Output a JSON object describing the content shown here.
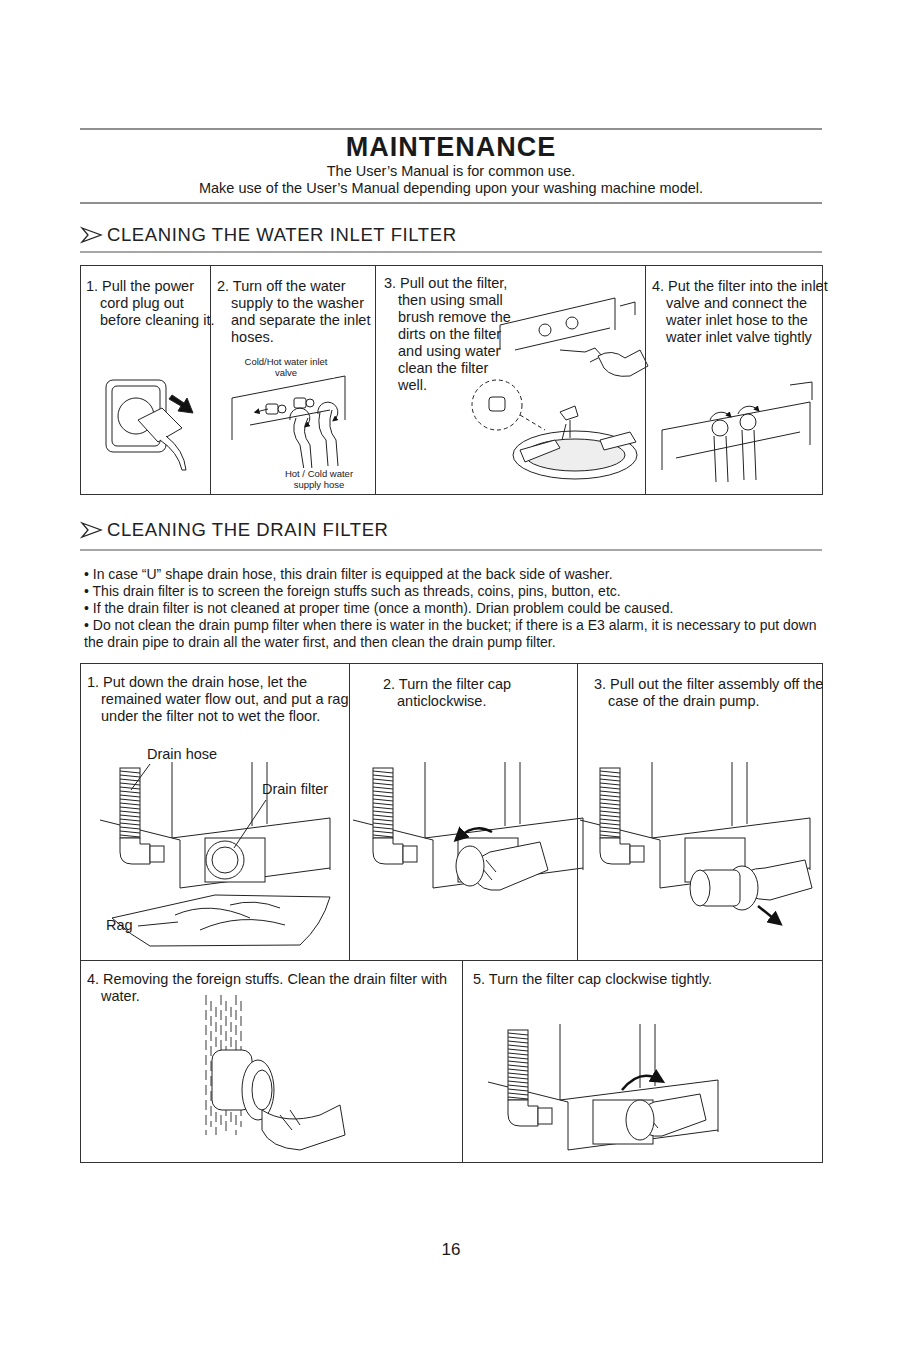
{
  "diagram": {
    "title": "MAINTENANCE",
    "nodes": [
      {
        "text": [
          "1. Pull the power cord plug out before cleaning it."
        ]
      },
      {
        "text": [
          "2. Turn off the water supply to the washer and separate the inlet hoses."
        ]
      },
      {
        "text": [
          "3. Pull out the filter, then using small brush remove the dirts on the filter and using water clean the filter well."
        ]
      },
      {
        "text": [
          "4. Put the filter into the inlet valve and connect the water inlet hose to the water inlet valve tightly"
        ]
      },
      {
        "text": [
          "1. Put down the drain hose, let the remained water flow out, and put a rag under the filter not to wet the floor."
        ]
      },
      {
        "text": [
          "2. Turn the filter cap anticlockwise."
        ]
      },
      {
        "text": [
          "3. Pull out the filter assembly off the case of the drain pump."
        ]
      },
      {
        "text": [
          "4. Removing the foreign stuffs. Clean the drain filter with water."
        ]
      },
      {
        "text": [
          "5. Turn the filter cap clockwise tightly."
        ]
      }
    ],
    "labels": [
      "The User’s Manual is for common use.",
      "Make use of the User’s Manual depending upon your washing machine model.",
      "CLEANING THE WATER INLET FILTER",
      "Cold/Hot water inlet valve",
      "Hot / Cold water supply hose",
      "CLEANING THE DRAIN FILTER",
      "• In case “U” shape drain hose, this drain filter is equipped at the back side of washer.",
      "• This drain filter is to screen the foreign stuffs such as threads, coins, pins, button, etc.",
      "• If the drain filter is not cleaned at proper time (once a month). Drian problem could be caused.",
      "• Do not clean the drain pump filter when there is water in the bucket; if there is a E3 alarm, it is necessary to put down the drain pipe to drain all the water first, and then clean the drain pump filter.",
      "Drain hose",
      "Drain filter",
      "Rag",
      "16"
    ]
  }
}
